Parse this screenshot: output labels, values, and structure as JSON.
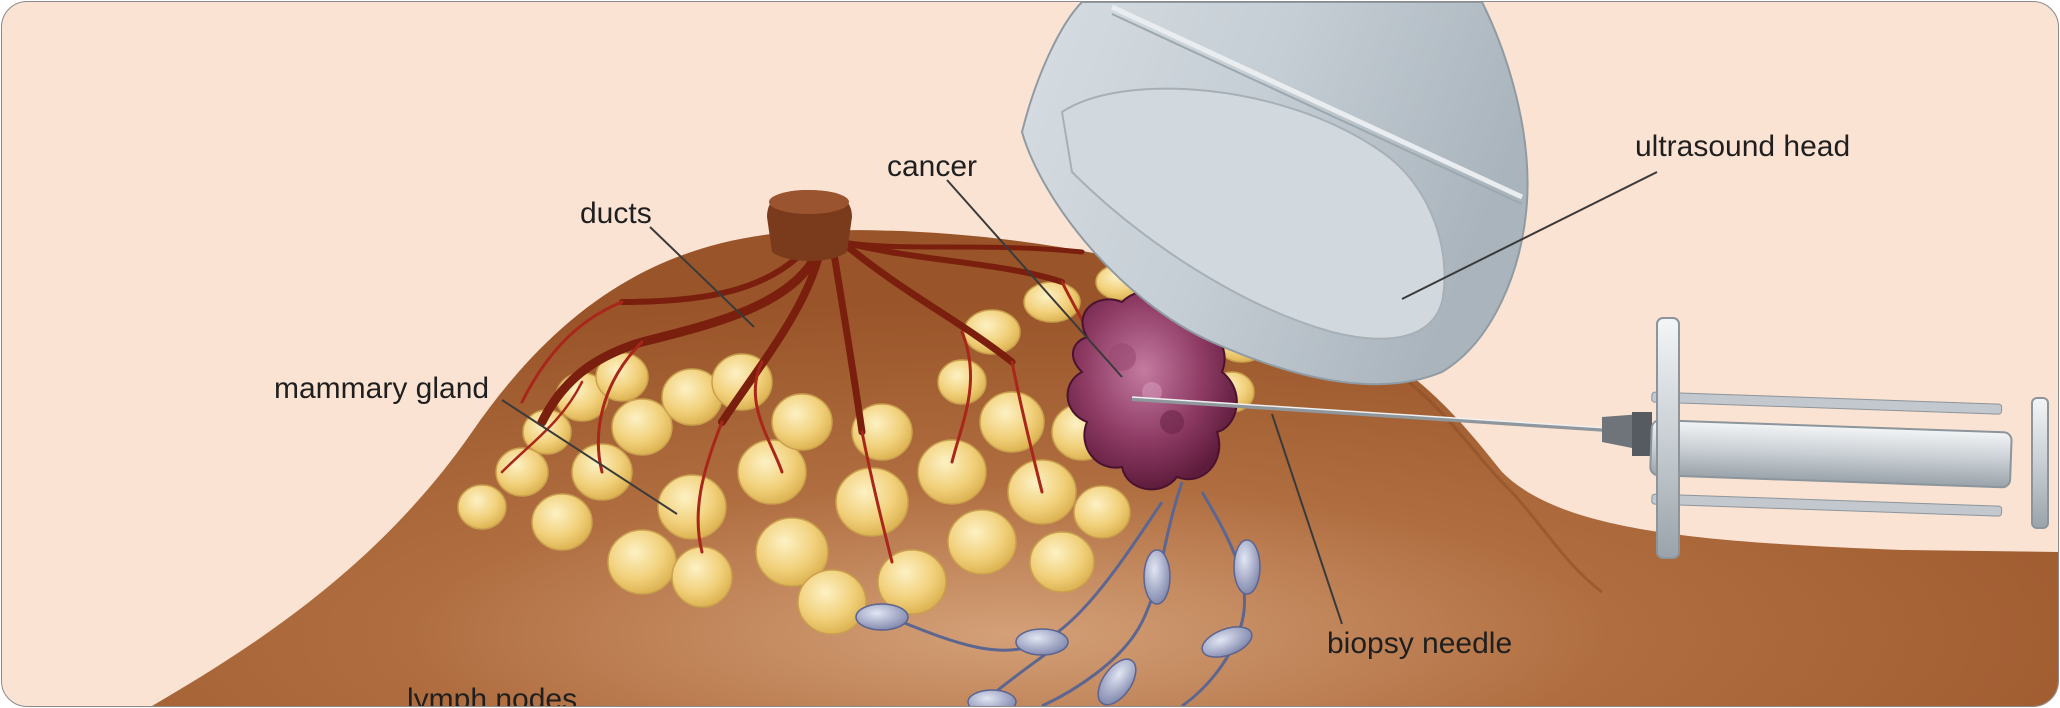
{
  "figure": {
    "labels": {
      "ultrasound_head": "ultrasound head",
      "cancer": "cancer",
      "ducts": "ducts",
      "mammary_gland": "mammary gland",
      "biopsy_needle": "biopsy needle",
      "lymph_nodes": "lymph nodes"
    },
    "colors": {
      "background": "#fbe3d3",
      "skin": "#a45e34",
      "gland": "#f2d27c",
      "ducts": "#7a1f0e",
      "tumor": "#8b3a62",
      "nodes": "#8c93b8",
      "probe": "#c3ccd3"
    }
  }
}
